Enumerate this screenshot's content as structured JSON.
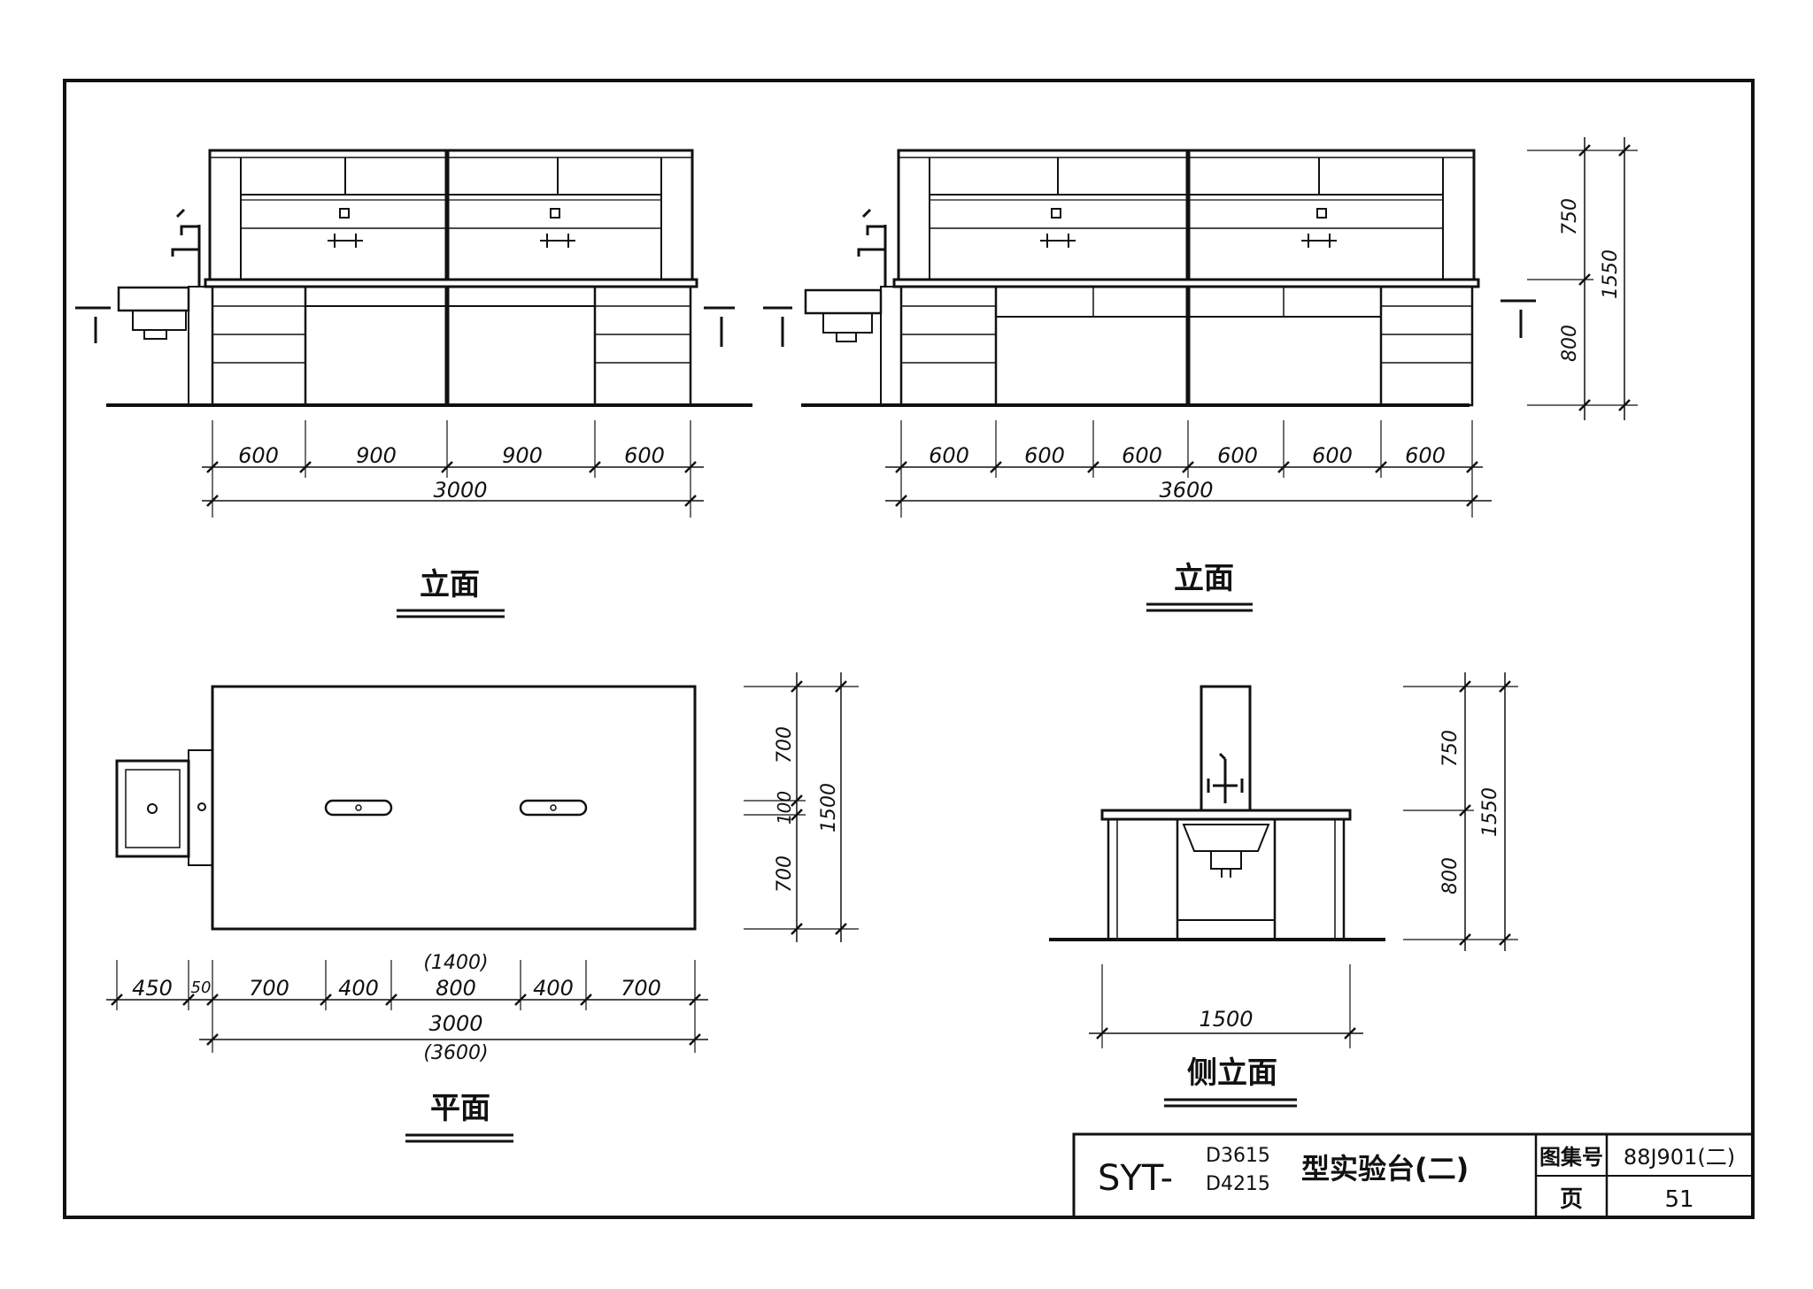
{
  "front_elevation_3000": {
    "title": "立面",
    "dims": [
      "600",
      "900",
      "900",
      "600"
    ],
    "total": "3000",
    "section_mark": "I"
  },
  "front_elevation_3600": {
    "title": "立面",
    "dims": [
      "600",
      "600",
      "600",
      "600",
      "600",
      "600"
    ],
    "total": "3600",
    "section_mark": "I",
    "height_upper": "750",
    "height_lower": "800",
    "height_total": "1550"
  },
  "plan": {
    "title": "平面",
    "depth_top": "700",
    "depth_mid": "100",
    "depth_bottom": "700",
    "depth_total": "1500",
    "dims": [
      "450",
      "50",
      "700",
      "400",
      "800",
      "400",
      "700"
    ],
    "dim_alt_middle": "(1400)",
    "total": "3000",
    "total_alt": "(3600)"
  },
  "side_elevation": {
    "title": "侧立面",
    "height_upper": "750",
    "height_lower": "800",
    "height_total": "1550",
    "width": "1500"
  },
  "title_block": {
    "model_prefix": "SYT-",
    "model_code_1": "D3615",
    "model_code_2": "D4215",
    "name": "型实验台(二)",
    "atlas_label": "图集号",
    "atlas_value": "88J901(二)",
    "page_label": "页",
    "page_value": "51"
  }
}
